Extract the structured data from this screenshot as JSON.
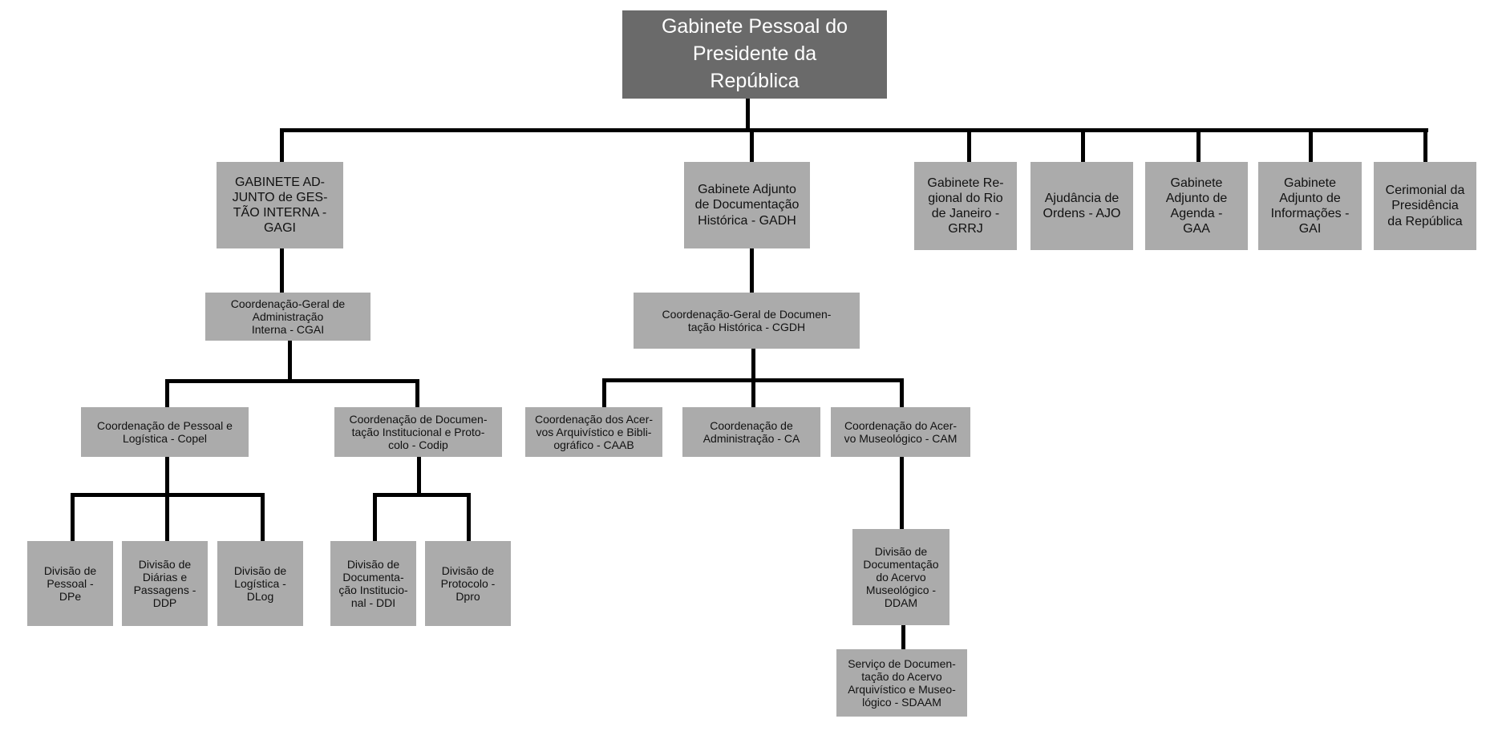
{
  "org_chart": {
    "root": "Gabinete Pessoal do Presidente da República",
    "gagi": "GABINETE AD-\nJUNTO de GES-\nTÃO INTERNA -\nGAGI",
    "gadh": "Gabinete Adjunto\nde Documentação\nHistórica - GADH",
    "grrj": "Gabinete Re-\ngional do Rio\nde Janeiro -\nGRRJ",
    "ajo": "Ajudância de\nOrdens - AJO",
    "gaa": "Gabinete\nAdjunto de\nAgenda -\nGAA",
    "gai": "Gabinete\nAdjunto de\nInformações -\nGAI",
    "cerimonial": "Cerimonial da\nPresidência\nda República",
    "cgai": "Coordenação-Geral de\nAdministração\nInterna - CGAI",
    "cgdh": "Coordenação-Geral de Documen-\ntação Histórica - CGDH",
    "copel": "Coordenação de Pessoal e\nLogística - Copel",
    "codip": "Coordenação de Documen-\ntação Institucional e Proto-\ncolo - Codip",
    "caab": "Coordenação dos Acer-\nvos Arquivístico e Bibli-\nográfico - CAAB",
    "ca": "Coordenação de\nAdministração - CA",
    "cam": "Coordenação do Acer-\nvo Museológico - CAM",
    "dpe": "Divisão de\nPessoal -\nDPe",
    "ddp": "Divisão de\nDiárias e\nPassagens -\nDDP",
    "dlog": "Divisão de\nLogística -\nDLog",
    "ddi": "Divisão de\nDocumenta-\nção Institucio-\nnal - DDI",
    "dpro": "Divisão de\nProtocolo -\nDpro",
    "ddam": "Divisão de\nDocumentação\ndo Acervo\nMuseológico -\nDDAM",
    "sdaam": "Serviço de Documen-\ntação do Acervo\nArquivístico e Museo-\nlógico - SDAAM"
  }
}
